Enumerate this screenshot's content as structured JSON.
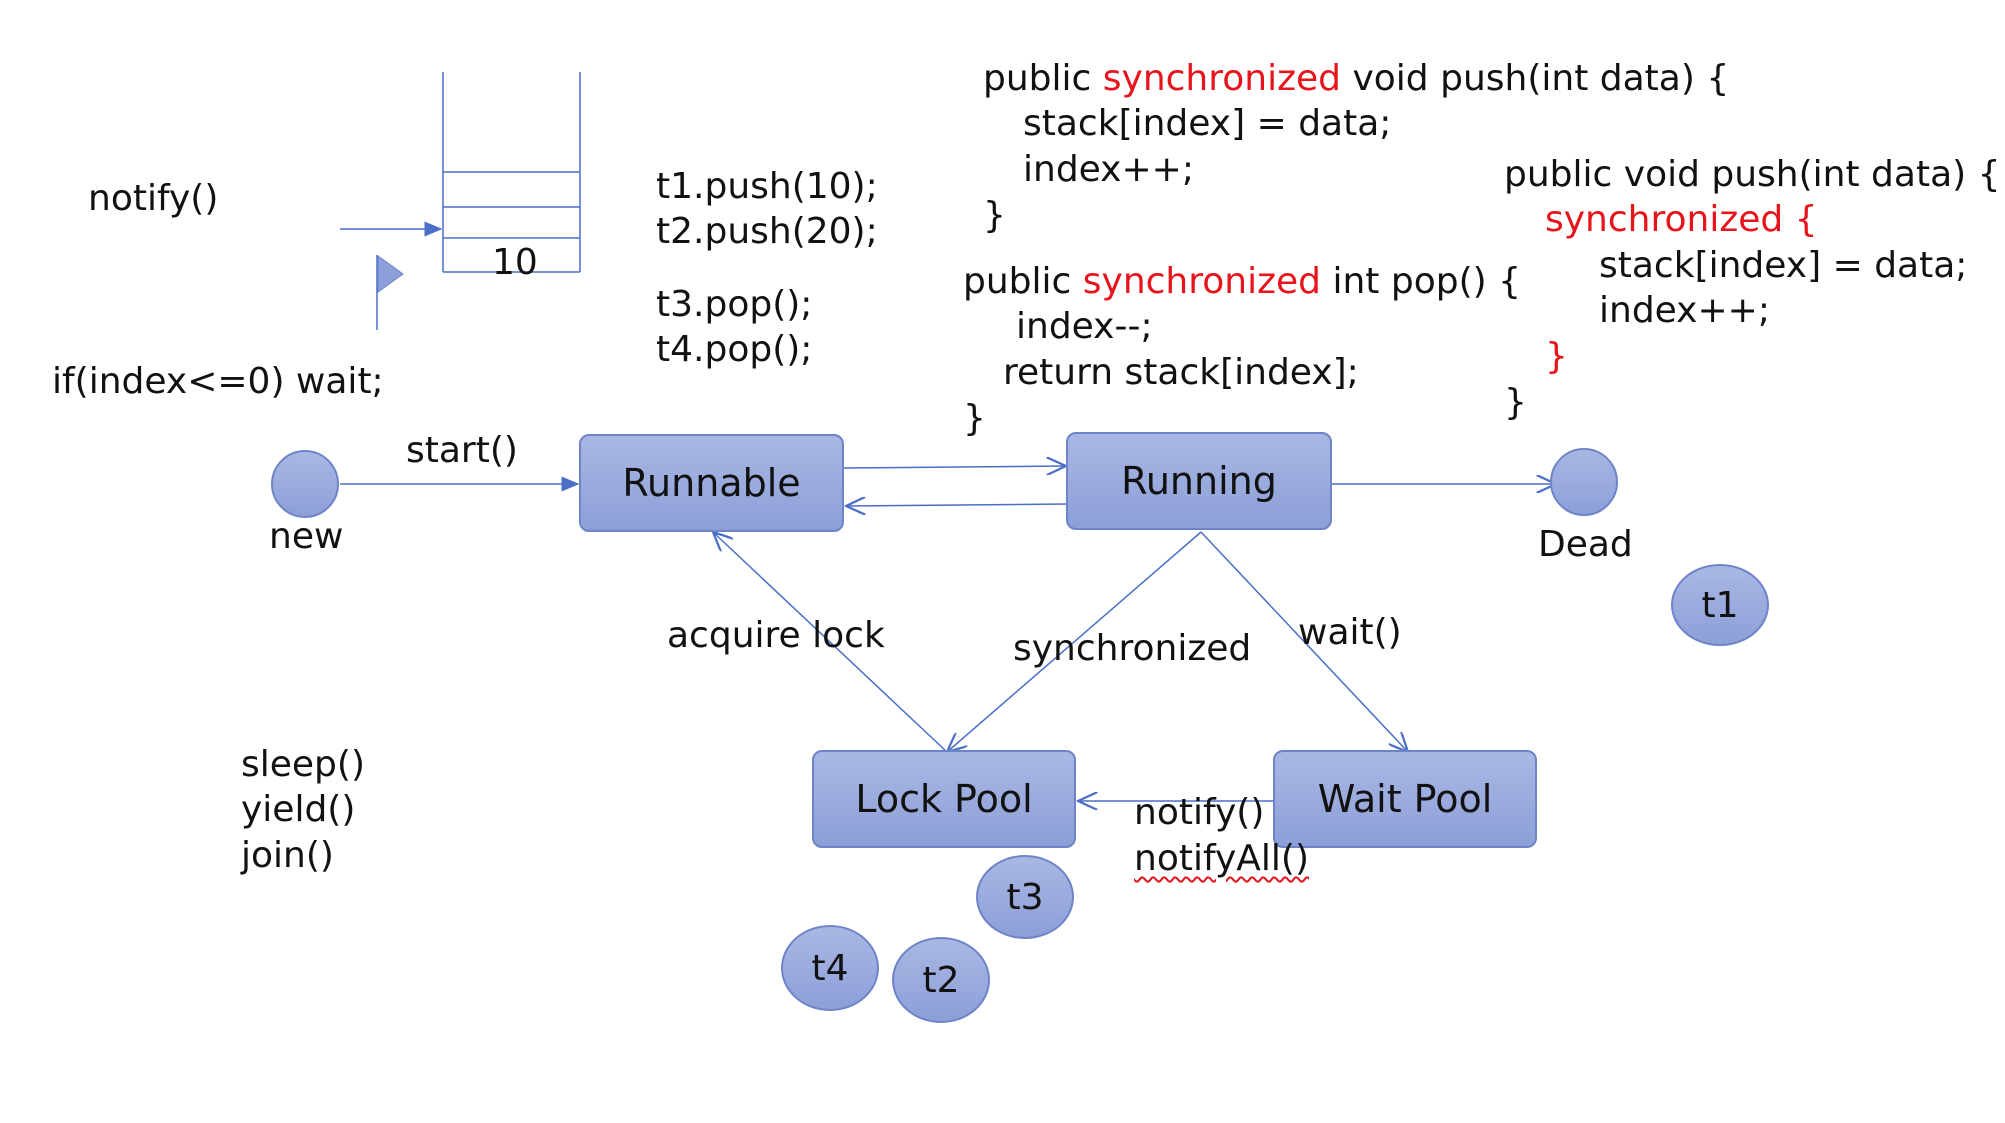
{
  "stack": {
    "value": "10"
  },
  "labels": {
    "notify": "notify()",
    "if_wait": "if(index<=0) wait;",
    "start": "start()",
    "new": "new",
    "dead": "Dead",
    "acquire_lock": "acquire lock",
    "synchronized": "synchronized",
    "wait": "wait()",
    "notify2": "notify()",
    "notifyAll": "notifyAll()",
    "sleep": "sleep()",
    "yield": "yield()",
    "join": "join()"
  },
  "calls": [
    "t1.push(10);",
    "t2.push(20);",
    "t3.pop();",
    "t4.pop();"
  ],
  "code": {
    "push_sync": {
      "l1_pre": "public ",
      "l1_kw": "synchronized",
      "l1_post": " void push(int data) {",
      "l2": "stack[index] = data;",
      "l3": "index++;",
      "l4": "}"
    },
    "pop_sync": {
      "l1_pre": "public ",
      "l1_kw": "synchronized",
      "l1_post": " int pop() {",
      "l2": "index--;",
      "l3": "return stack[index];",
      "l4": "}"
    },
    "push_block": {
      "l1": "public void push(int data) {",
      "l2": "synchronized {",
      "l3": "stack[index] = data;",
      "l4": "index++;",
      "l5": "}",
      "l6": "}"
    }
  },
  "states": {
    "runnable": "Runnable",
    "running": "Running",
    "lock_pool": "Lock Pool",
    "wait_pool": "Wait Pool"
  },
  "threads": {
    "t1": "t1",
    "t2": "t2",
    "t3": "t3",
    "t4": "t4"
  },
  "colors": {
    "node_fill": "#8c9fd8",
    "node_border": "#6f84c8",
    "arrow": "#4a6fc7",
    "keyword": "#e8141c"
  }
}
